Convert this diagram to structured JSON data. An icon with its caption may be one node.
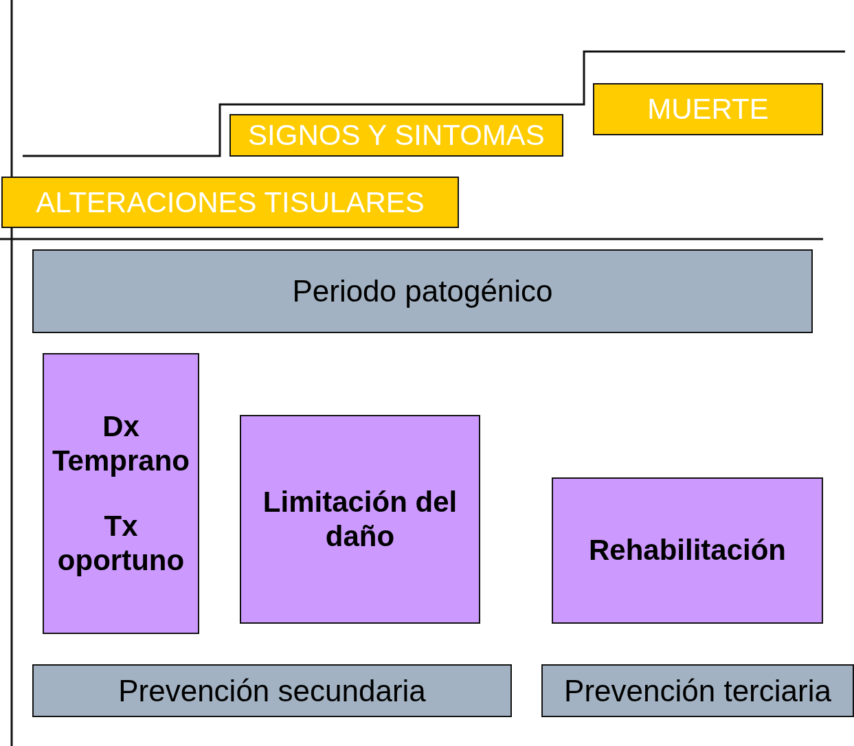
{
  "diagram": {
    "nodes": [
      {
        "text": [
          "ALTERACIONES TISULARES"
        ]
      },
      {
        "text": [
          "SIGNOS Y SINTOMAS"
        ]
      },
      {
        "text": [
          "MUERTE"
        ]
      },
      {
        "text": [
          "Periodo patogénico"
        ]
      },
      {
        "text": [
          "Dx Temprano",
          "Tx oportuno"
        ]
      },
      {
        "text": [
          "Limitación del daño"
        ]
      },
      {
        "text": [
          "Rehabilitación"
        ]
      },
      {
        "text": [
          "Prevención secundaria"
        ]
      },
      {
        "text": [
          "Prevención terciaria"
        ]
      }
    ]
  }
}
